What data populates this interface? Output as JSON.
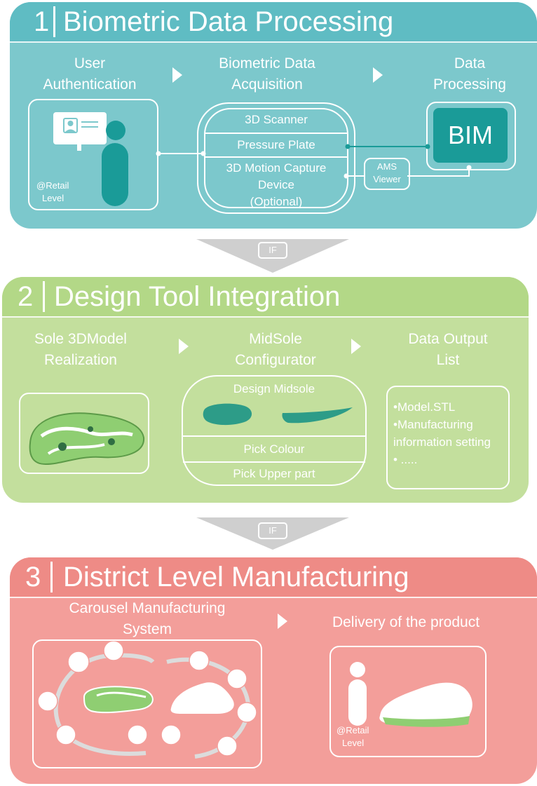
{
  "colors": {
    "teal": "#7cc8cc",
    "green": "#c3df9d",
    "pink": "#f39e9a",
    "bim": "#1a9b98",
    "connector": "#cfcfcf"
  },
  "section1": {
    "number": "1",
    "title": "Biometric Data Processing",
    "user_auth": [
      "User",
      "Authentication"
    ],
    "acquisition": [
      "Biometric Data",
      "Acquisition"
    ],
    "processing": [
      "Data",
      "Processing"
    ],
    "retail": [
      "@Retail",
      "Level"
    ],
    "devices": [
      "3D Scanner",
      "Pressure Plate",
      "3D Motion Capture",
      "Device",
      "(Optional)"
    ],
    "ams_viewer": [
      "AMS",
      "Viewer"
    ],
    "bim": "BIM"
  },
  "connector1": {
    "label": "IF"
  },
  "section2": {
    "number": "2",
    "title": "Design Tool Integration",
    "sole_model": [
      "Sole 3DModel",
      "Realization"
    ],
    "configurator": [
      "MidSole",
      "Configurator"
    ],
    "output": [
      "Data Output",
      "List"
    ],
    "options": [
      "Design Midsole",
      "Pick Colour",
      "Pick Upper part"
    ],
    "output_items": [
      "•Model.STL",
      "•Manufacturing",
      "information setting",
      "• ....."
    ]
  },
  "connector2": {
    "label": "IF"
  },
  "section3": {
    "number": "3",
    "title": "District Level Manufacturing",
    "carousel": [
      "Carousel Manufacturing",
      "System"
    ],
    "delivery": "Delivery of the product",
    "retail": [
      "@Retail",
      "Level"
    ]
  }
}
